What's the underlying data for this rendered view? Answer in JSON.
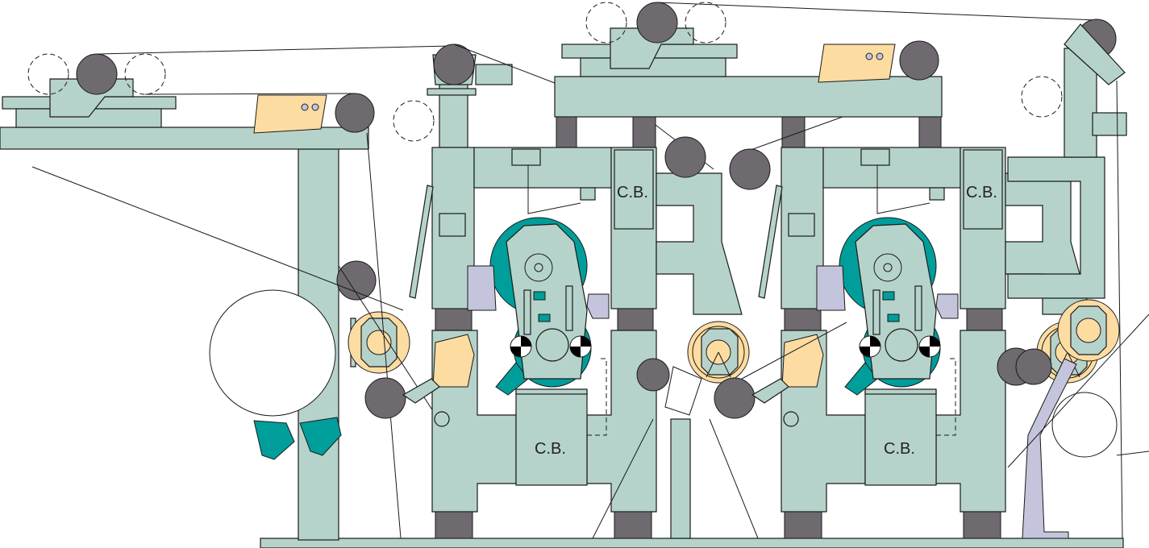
{
  "diagram": {
    "labels": [
      "C.B.",
      "C.B.",
      "C.B.",
      "C.B."
    ],
    "colors": {
      "frame": "#b6d3cb",
      "roll": "#6e6a70",
      "press_roll": "#009e9b",
      "felt_roll": "#fddca2",
      "shoe": "#c4c5dc"
    }
  }
}
